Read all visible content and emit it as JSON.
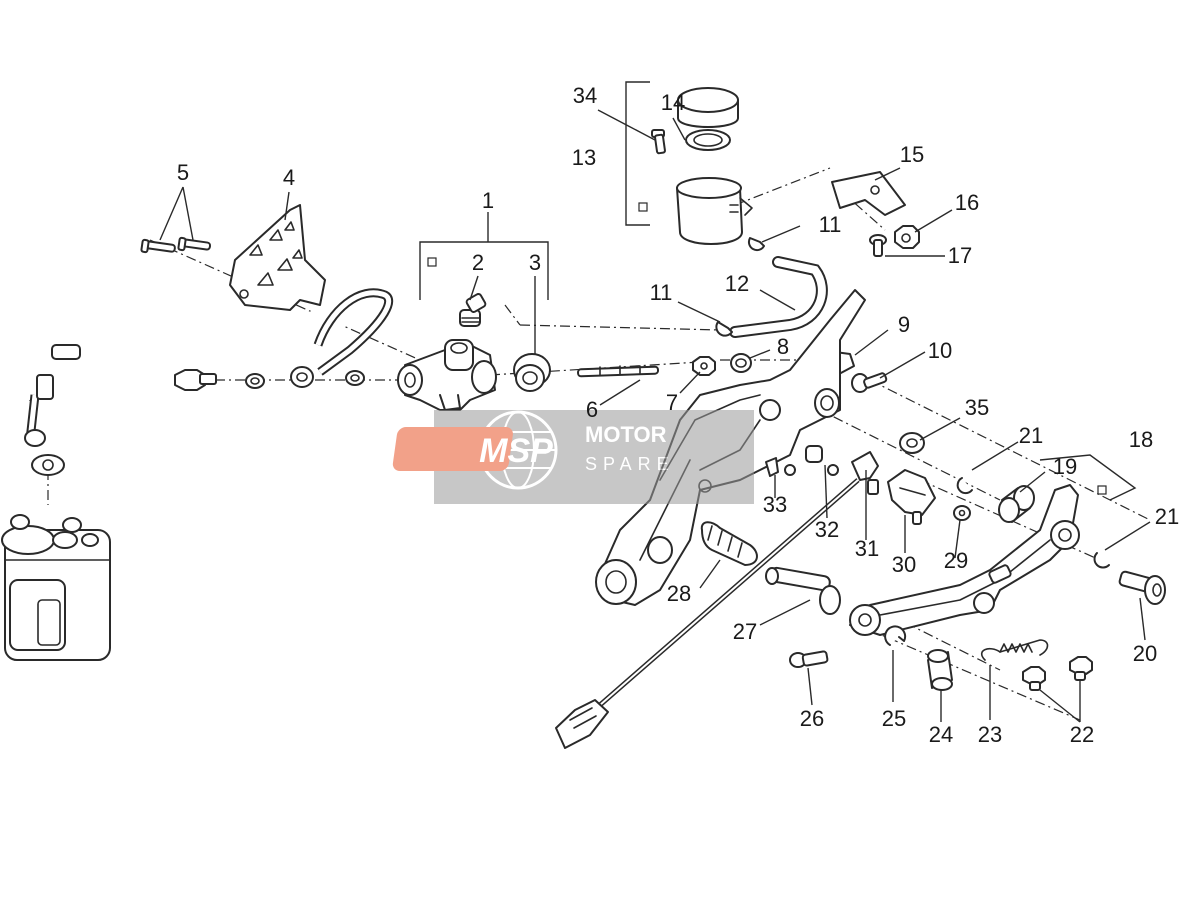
{
  "watermark": {
    "badge": "MSP",
    "line1": "MOTOR",
    "line2": "SPARE",
    "badge_color": "#e8552a",
    "panel_color": "#9a9a9a"
  },
  "callouts": [
    "1",
    "2",
    "3",
    "4",
    "5",
    "6",
    "7",
    "8",
    "9",
    "10",
    "11",
    "11",
    "12",
    "13",
    "14",
    "15",
    "16",
    "17",
    "18",
    "19",
    "20",
    "21",
    "21",
    "22",
    "23",
    "24",
    "25",
    "26",
    "27",
    "28",
    "29",
    "30",
    "31",
    "32",
    "33",
    "34",
    "35"
  ]
}
